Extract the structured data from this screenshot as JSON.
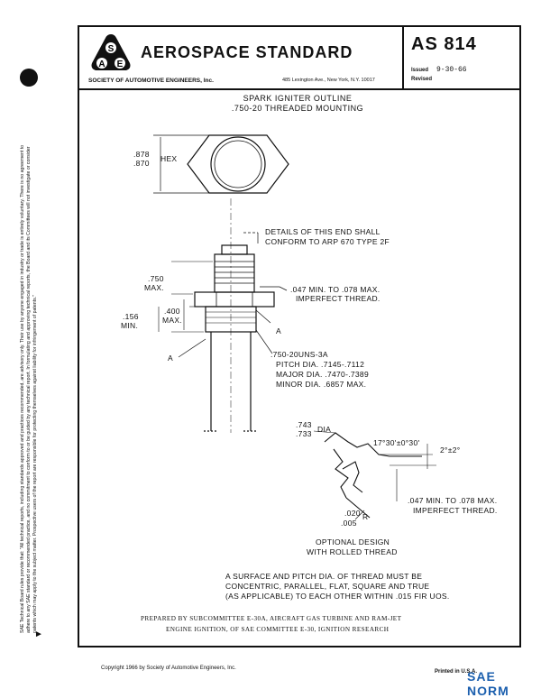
{
  "header": {
    "logo_letters": [
      "S",
      "A",
      "E"
    ],
    "title": "AEROSPACE STANDARD",
    "society": "SOCIETY OF AUTOMOTIVE ENGINEERS, Inc.",
    "address": "485 Lexington Ave., New York, N.Y. 10017",
    "doc_number": "AS 814",
    "issued_label": "Issued",
    "issued_value": "9-30-66",
    "revised_label": "Revised"
  },
  "side_note": "SAE Technical Board rules provide that: \"All technical reports, including standards approved and practices recommended, are advisory only. Their use by anyone engaged in industry or trade is entirely voluntary. There is no agreement to adhere to any SAE standard or recommended practice, and no commitment to conform to or be guided by any technical report. In formulating and approving technical reports, the Board and its Committees will not investigate or consider patents which may apply to the subject matter. Prospective users of the report are responsible for protecting themselves against liability for infringement of patents.\"",
  "drawing": {
    "title_line1": "SPARK IGNITER OUTLINE",
    "title_line2": ".750-20 THREADED MOUNTING",
    "hex_dim_1": ".878",
    "hex_dim_2": ".870",
    "hex_label": "HEX",
    "details_1": "DETAILS OF THIS END SHALL",
    "details_2": "CONFORM TO ARP 670 TYPE 2F",
    "dim_750": ".750",
    "dim_max_1": "MAX.",
    "dim_400": ".400",
    "dim_max_2": "MAX.",
    "dim_156": ".156",
    "dim_min": "MIN.",
    "imperfect_1a": ".047 MIN. TO .078 MAX.",
    "imperfect_1b": "IMPERFECT THREAD.",
    "datum_a_right": "A",
    "datum_a_left": "A",
    "thread_spec": ".750-20UNS-3A",
    "pitch_dia": "PITCH DIA. .7145-.7112",
    "major_dia": "MAJOR DIA. .7470-.7389",
    "minor_dia": "MINOR DIA. .6857 MAX.",
    "dia_743": ".743",
    "dia_733": ".733",
    "dia_label": "DIA",
    "angle_1": "17°30'±0°30'",
    "angle_2": "2°±2°",
    "imperfect_2a": ".047 MIN. TO .078 MAX.",
    "imperfect_2b": "IMPERFECT THREAD.",
    "r_020": ".020",
    "r_label": "R",
    "r_005": ".005",
    "optional_1": "OPTIONAL DESIGN",
    "optional_2": "WITH ROLLED THREAD"
  },
  "note_line1": "A SURFACE AND PITCH DIA. OF THREAD MUST BE",
  "note_line2": "CONCENTRIC, PARALLEL, FLAT, SQUARE AND TRUE",
  "note_line3": "(AS APPLICABLE) TO EACH OTHER WITHIN .015 FIR UOS.",
  "prepared_line1": "PREPARED BY SUBCOMMITTEE E-30A, AIRCRAFT GAS TURBINE AND RAM-JET",
  "prepared_line2": "ENGINE IGNITION, OF SAE COMMITTEE E-30, IGNITION RESEARCH",
  "footer": {
    "copyright": "Copyright 1966 by Society of Automotive Engineers, Inc.",
    "printed": "Printed in U.S.A.",
    "watermark": "SAE NORM"
  }
}
